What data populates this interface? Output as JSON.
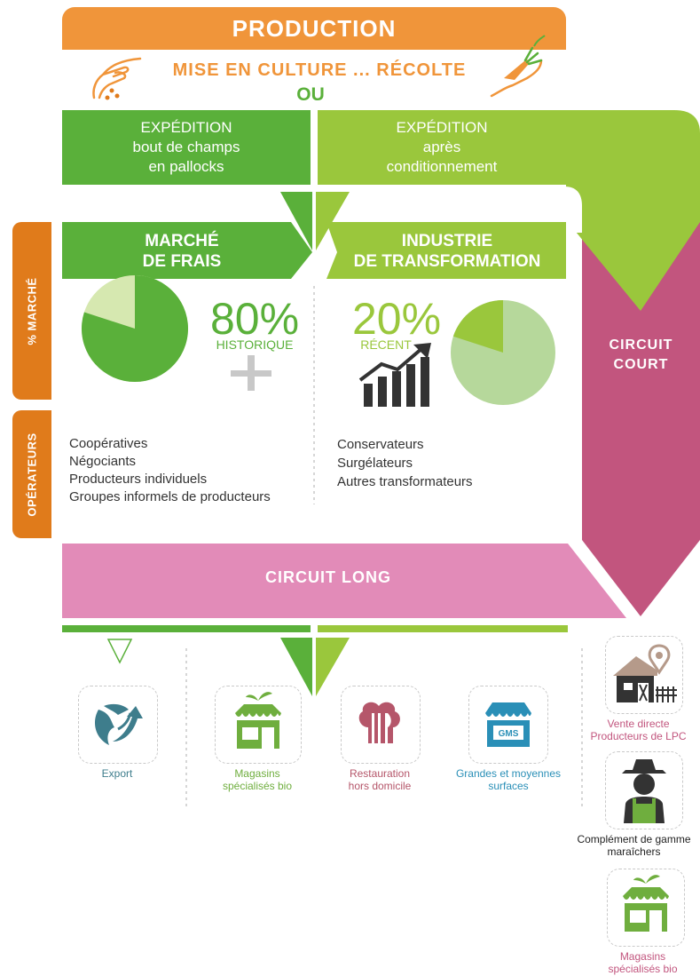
{
  "header": {
    "production": "PRODUCTION",
    "culture": "MISE EN CULTURE ... RÉCOLTE",
    "ou": "OU"
  },
  "expedition": {
    "left": [
      "EXPÉDITION",
      "bout de champs",
      "en pallocks"
    ],
    "right": [
      "EXPÉDITION",
      "après",
      "conditionnement"
    ]
  },
  "markets": {
    "frais": {
      "title": [
        "MARCHÉ",
        "DE FRAIS"
      ],
      "percent": "80%",
      "label": "HISTORIQUE",
      "share": 0.8
    },
    "industrie": {
      "title": [
        "INDUSTRIE",
        "DE TRANSFORMATION"
      ],
      "percent": "20%",
      "label": "RÉCENT",
      "share": 0.2
    }
  },
  "side_tabs": {
    "marche": "% MARCHÉ",
    "operateurs": "OPÉRATEURS"
  },
  "operators": {
    "frais": [
      "Coopératives",
      "Négociants",
      "Producteurs individuels",
      "Groupes informels de producteurs"
    ],
    "industrie": [
      "Conservateurs",
      "Surgélateurs",
      "Autres transformateurs"
    ]
  },
  "circuits": {
    "court": [
      "CIRCUIT",
      "COURT"
    ],
    "long": "CIRCUIT LONG"
  },
  "distribution": [
    {
      "label": [
        "Export"
      ],
      "icon": "export-icon",
      "color": "#3e7d8c"
    },
    {
      "label": [
        "Magasins",
        "spécialisés bio"
      ],
      "icon": "bio-shop-icon",
      "color": "#6fae3e"
    },
    {
      "label": [
        "Restauration",
        "hors domicile"
      ],
      "icon": "restaurant-icon",
      "color": "#b5566a"
    },
    {
      "label": [
        "Grandes et moyennes",
        "surfaces"
      ],
      "icon": "supermarket-icon",
      "color": "#2a8fb7"
    }
  ],
  "short_circuit_outlets": [
    {
      "label": [
        "Vente directe",
        "Producteurs de LPC"
      ],
      "icon": "farm-icon",
      "color": "#c2557e"
    },
    {
      "label": [
        "Complément de gamme",
        "maraîchers"
      ],
      "icon": "farmer-icon",
      "color": "#222222"
    },
    {
      "label": [
        "Magasins",
        "spécialisés bio"
      ],
      "icon": "bio-shop-icon",
      "color": "#c2557e"
    }
  ],
  "colors": {
    "orange": "#f0953a",
    "dark_orange": "#e07b1b",
    "green": "#5ab03a",
    "light_green": "#9ac73c",
    "pie_light": "#d6e8b0",
    "pie_light2": "#b6d89b",
    "magenta": "#c2557e",
    "pink": "#e28bb8",
    "gray": "#c8c8c8",
    "dark": "#333333"
  }
}
